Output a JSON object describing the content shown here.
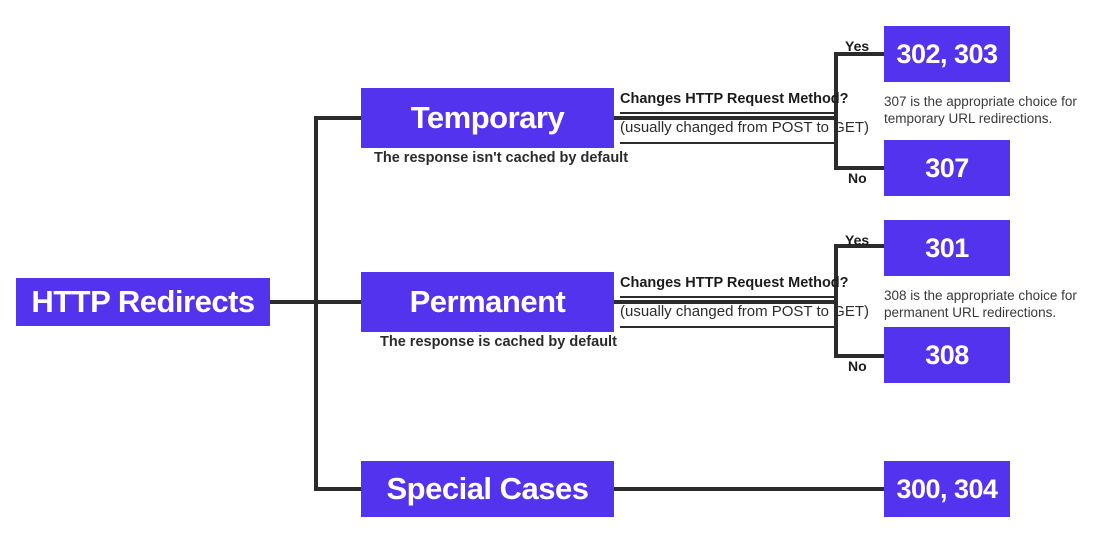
{
  "diagram": {
    "title": "HTTP Redirects",
    "root": {
      "label": "HTTP Redirects"
    },
    "branches": [
      {
        "label": "Temporary",
        "sublabel": "The response isn't cached by default",
        "question_title": "Changes HTTP Request Method?",
        "question_sub": "(usually changed from POST to GET)",
        "yes_label": "Yes",
        "no_label": "No",
        "yes_codes": "302, 303",
        "no_codes": "307",
        "note": "307 is the appropriate choice for temporary URL redirections."
      },
      {
        "label": "Permanent",
        "sublabel": "The response is cached by default",
        "question_title": "Changes HTTP Request Method?",
        "question_sub": "(usually changed from POST to GET)",
        "yes_label": "Yes",
        "no_label": "No",
        "yes_codes": "301",
        "no_codes": "308",
        "note": "308 is the appropriate choice for permanent URL redirections."
      },
      {
        "label": "Special Cases",
        "codes": "300, 304"
      }
    ],
    "colors": {
      "box_fill": "#5433ee",
      "box_text": "#ffffff",
      "connector": "#2b2b2b",
      "body_text": "#2b2b2b",
      "note_text": "#3a3a3a",
      "background": "#ffffff"
    }
  }
}
